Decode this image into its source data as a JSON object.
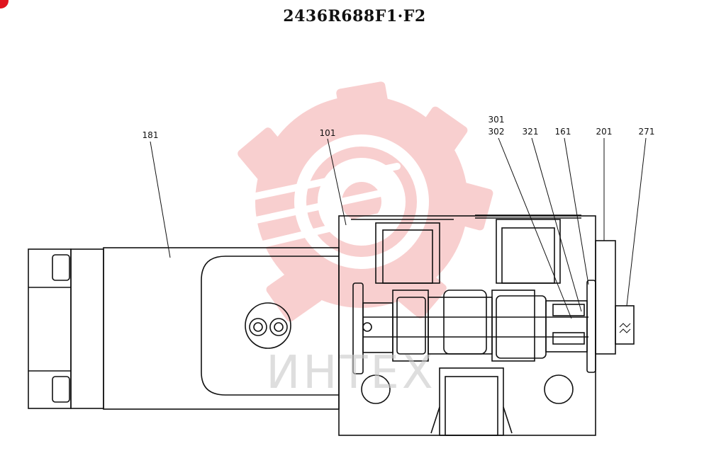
{
  "drawing": {
    "title": "2436R688F1·F2",
    "watermark_text": "ИНТЕХ",
    "part_labels": {
      "p181": "181",
      "p101": "101",
      "p301": "301",
      "p302": "302",
      "p321": "321",
      "p161": "161",
      "p201": "201",
      "p271": "271"
    }
  },
  "colors": {
    "line": "#111111",
    "watermark_logo": "#f4a9a9",
    "corner_mark": "#e0141e"
  }
}
